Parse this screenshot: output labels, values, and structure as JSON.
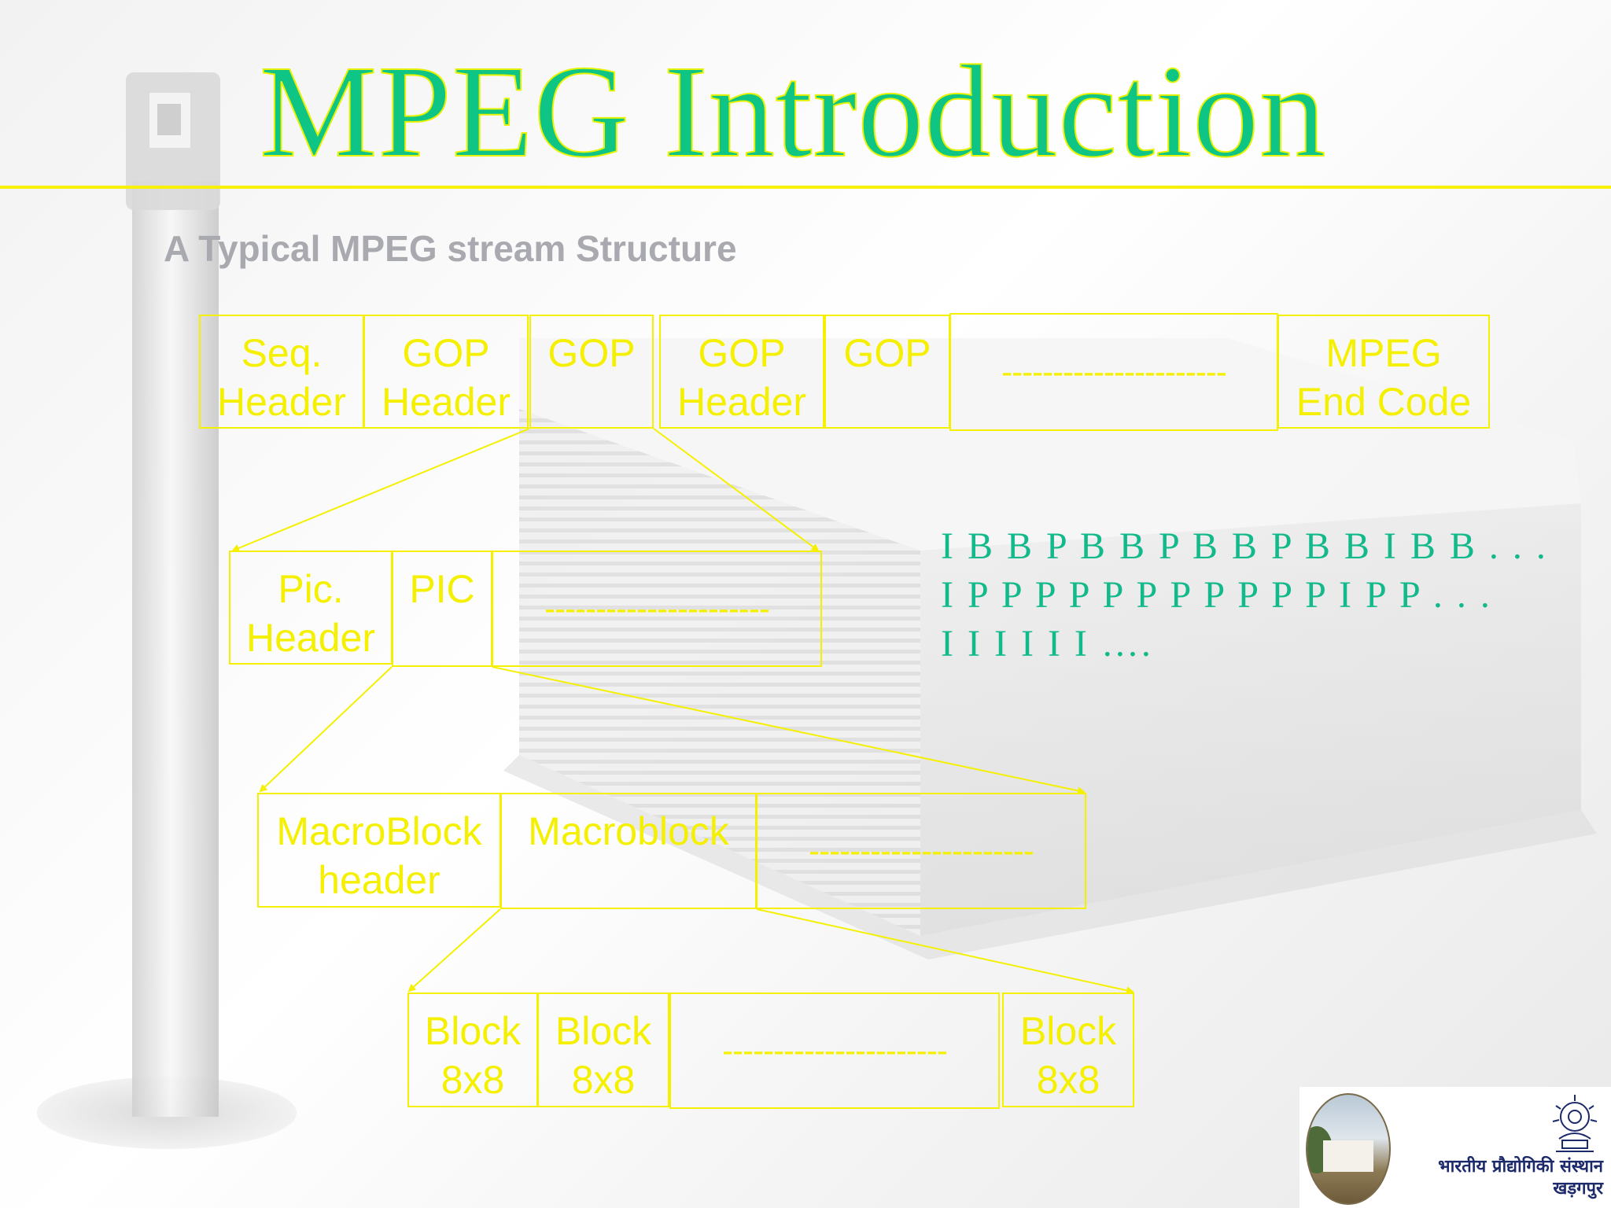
{
  "slide": {
    "title": "MPEG Introduction",
    "subtitle": "A Typical MPEG stream Structure"
  },
  "diagram": {
    "row1": {
      "seq_header": [
        "Seq.",
        "Header"
      ],
      "gop_header_1": [
        "GOP",
        "Header"
      ],
      "gop_1": [
        "GOP"
      ],
      "gop_header_2": [
        "GOP",
        "Header"
      ],
      "gop_2": [
        "GOP"
      ],
      "dashes": "----------------------",
      "end_code": [
        "MPEG",
        "End Code"
      ]
    },
    "row2": {
      "pic_header": [
        "Pic.",
        "Header"
      ],
      "pic": [
        "PIC"
      ],
      "dashes": "----------------------"
    },
    "row3": {
      "macroblock_header": [
        "MacroBlock",
        "header"
      ],
      "macroblock": [
        "Macroblock"
      ],
      "dashes": "----------------------"
    },
    "row4": {
      "block_1": [
        "Block",
        "8x8"
      ],
      "block_2": [
        "Block",
        "8x8"
      ],
      "dashes": "----------------------",
      "block_3": [
        "Block",
        "8x8"
      ]
    }
  },
  "sequences": [
    "I B B P B B P B B P B B I B B . . .",
    "I P P P P P P P P P P P I P P . . .",
    "I I I I I I …."
  ],
  "logo": {
    "text_line1": "भारतीय प्रौद्योगिकी संस्थान",
    "text_line2": "खड़गपुर",
    "emblem": "iit-kgp-emblem"
  },
  "colors": {
    "title": "#0fc586",
    "title_outline": "#e6f200",
    "diagram": "#f4f000",
    "subtitle": "#a9a9b0",
    "sequences": "#12b98a"
  }
}
